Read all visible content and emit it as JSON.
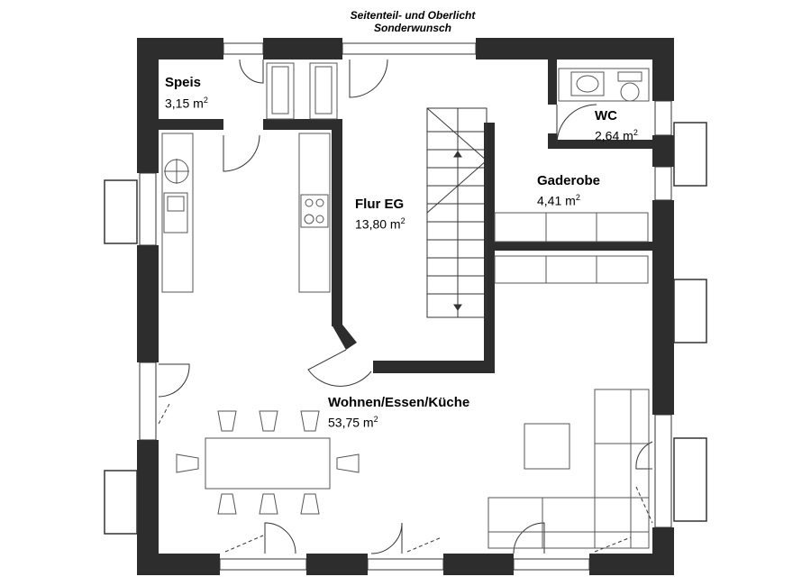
{
  "note": {
    "line1": "Seitenteil- und Oberlicht",
    "line2": "Sonderwunsch"
  },
  "rooms": {
    "speis": {
      "name": "Speis",
      "area": "3,15 m",
      "unit_exp": "2"
    },
    "wc": {
      "name": "WC",
      "area": "2,64 m",
      "unit_exp": "2"
    },
    "gaderobe": {
      "name": "Gaderobe",
      "area": "4,41 m",
      "unit_exp": "2"
    },
    "flur": {
      "name": "Flur EG",
      "area": "13,80 m",
      "unit_exp": "2"
    },
    "wohnen": {
      "name": "Wohnen/Essen/Küche",
      "area": "53,75 m",
      "unit_exp": "2"
    }
  },
  "colors": {
    "wall": "#2d2d2d",
    "line": "#333333",
    "furniture": "#888888"
  }
}
